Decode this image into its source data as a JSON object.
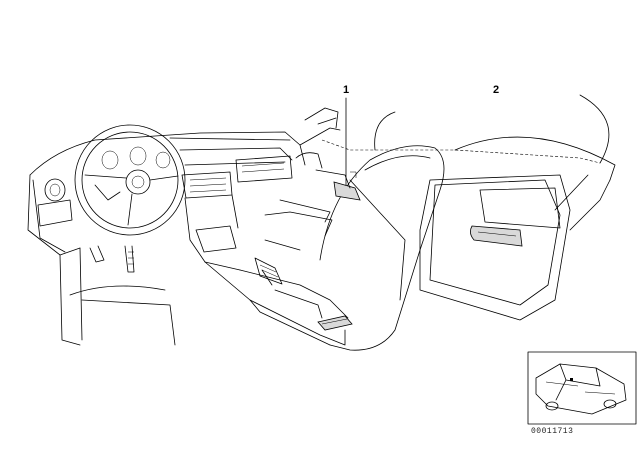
{
  "callouts": [
    {
      "label": "1"
    },
    {
      "label": "2"
    }
  ],
  "document_number": "00011713",
  "colors": {
    "line": "#000000",
    "highlight": "#d9d9d9",
    "background": "#ffffff"
  }
}
